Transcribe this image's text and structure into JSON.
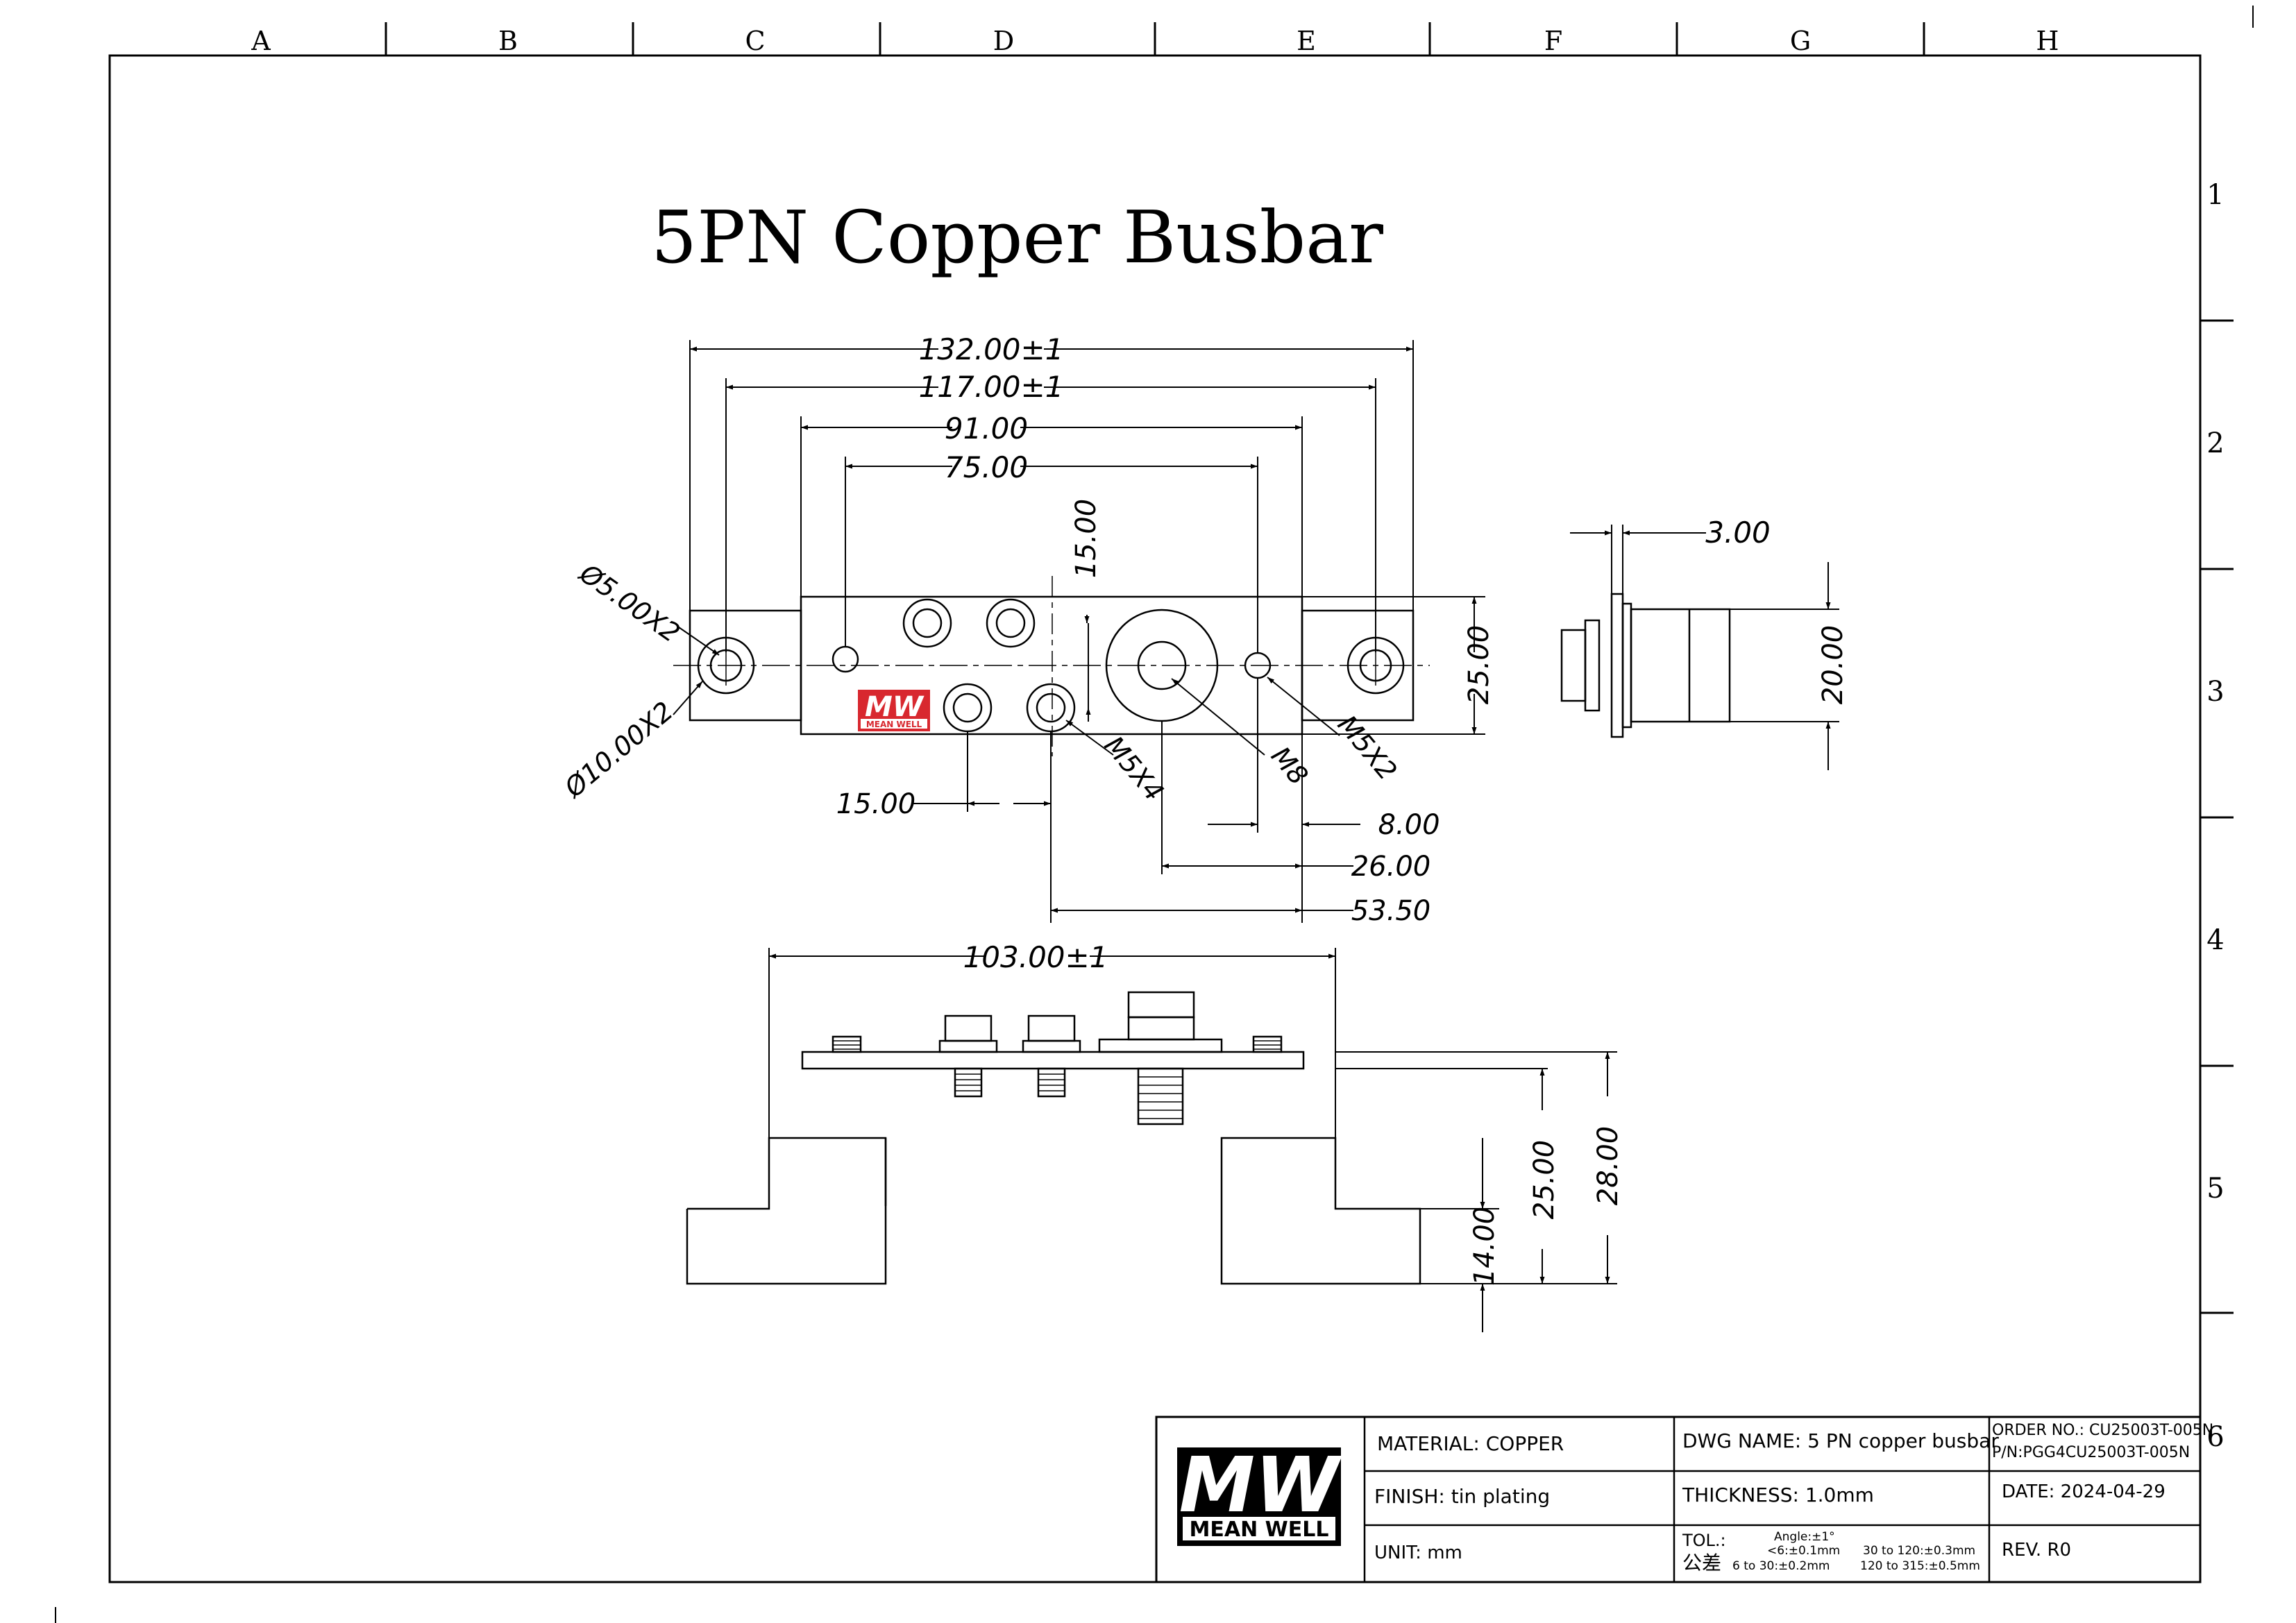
{
  "title": "5PN Copper Busbar",
  "border": {
    "columns": [
      "A",
      "B",
      "C",
      "D",
      "E",
      "F",
      "G",
      "H"
    ],
    "rows": [
      "1",
      "2",
      "3",
      "4",
      "5",
      "6"
    ]
  },
  "dimensions": {
    "top_view": {
      "overall_length": "132.00±1",
      "outer_hole_pitch": "117.00±1",
      "block_length": "91.00",
      "block_inner_pitch": "75.00",
      "row_offset": "15.00",
      "block_height": "25.00",
      "hole_pitch_bottom": "15.00",
      "offset_8": "8.00",
      "offset_26": "26.00",
      "offset_53": "53.50",
      "hole_small": "Ø5.00X2",
      "hole_large": "Ø10.00X2",
      "thread_m5x4": "M5X4",
      "thread_m8": "M8",
      "thread_m5x2": "M5X2"
    },
    "side_view": {
      "thickness": "3.00",
      "height": "20.00"
    },
    "front_view": {
      "width": "103.00±1",
      "h14": "14.00",
      "h25": "25.00",
      "h28": "28.00"
    }
  },
  "logo": {
    "mark": "MW",
    "brand": "MEAN WELL",
    "color": "#d8282f"
  },
  "title_block": {
    "material": "MATERIAL: COPPER",
    "finish": "FINISH: tin plating",
    "unit": "UNIT: mm",
    "dwg_name": "DWG NAME: 5 PN copper busbar",
    "thickness": "THICKNESS: 1.0mm",
    "tol_label": "TOL.:",
    "tol_cn": "公差",
    "tol_angle": "Angle:±1°",
    "tol_1": "<6:±0.1mm",
    "tol_2": "6 to 30:±0.2mm",
    "tol_3": "30 to 120:±0.3mm",
    "tol_4": "120 to 315:±0.5mm",
    "order_no": "ORDER NO.: CU25003T-005N",
    "pn": "P/N:PGG4CU25003T-005N",
    "date": "DATE: 2024-04-29",
    "rev": "REV. R0"
  }
}
